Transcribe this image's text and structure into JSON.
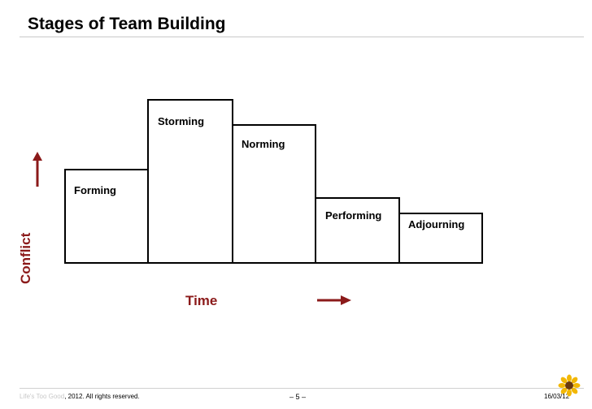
{
  "header": {
    "title": "Stages of Team Building"
  },
  "diagram": {
    "stages": [
      {
        "label": "Forming",
        "level": 2
      },
      {
        "label": "Storming",
        "level": 4
      },
      {
        "label": "Norming",
        "level": 3
      },
      {
        "label": "Performing",
        "level": 1.5
      },
      {
        "label": "Adjourning",
        "level": 1
      }
    ],
    "y_axis_label": "Conflict",
    "x_axis_label": "Time",
    "accent_color": "#8b1a1a"
  },
  "footer": {
    "brand": "Life's Too Good",
    "copyright": ", 2012.  All rights reserved.",
    "page": "– 5 –",
    "date": "16/03/12"
  },
  "logo": {
    "icon": "sunflower-icon"
  }
}
